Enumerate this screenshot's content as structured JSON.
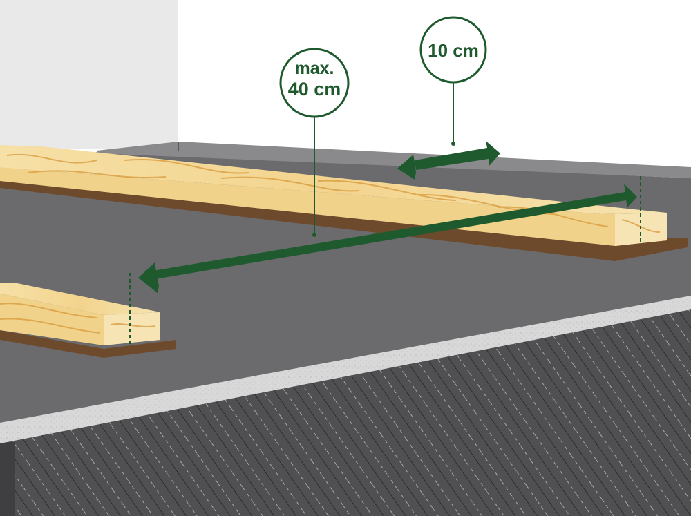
{
  "labels": {
    "joist_spacing_line1": "max.",
    "joist_spacing_line2": "40 cm",
    "edge_distance": "10 cm"
  },
  "colors": {
    "accent_green": "#1f5a2e",
    "membrane": "#6b6b6d",
    "wood_light": "#f4dc9e",
    "wood_grain": "#d89a3c",
    "board_brown": "#6e4a2c",
    "screed": "#d6d6d6",
    "insulation": "#505052"
  },
  "icons": {
    "arrow": "double-headed-arrow"
  }
}
